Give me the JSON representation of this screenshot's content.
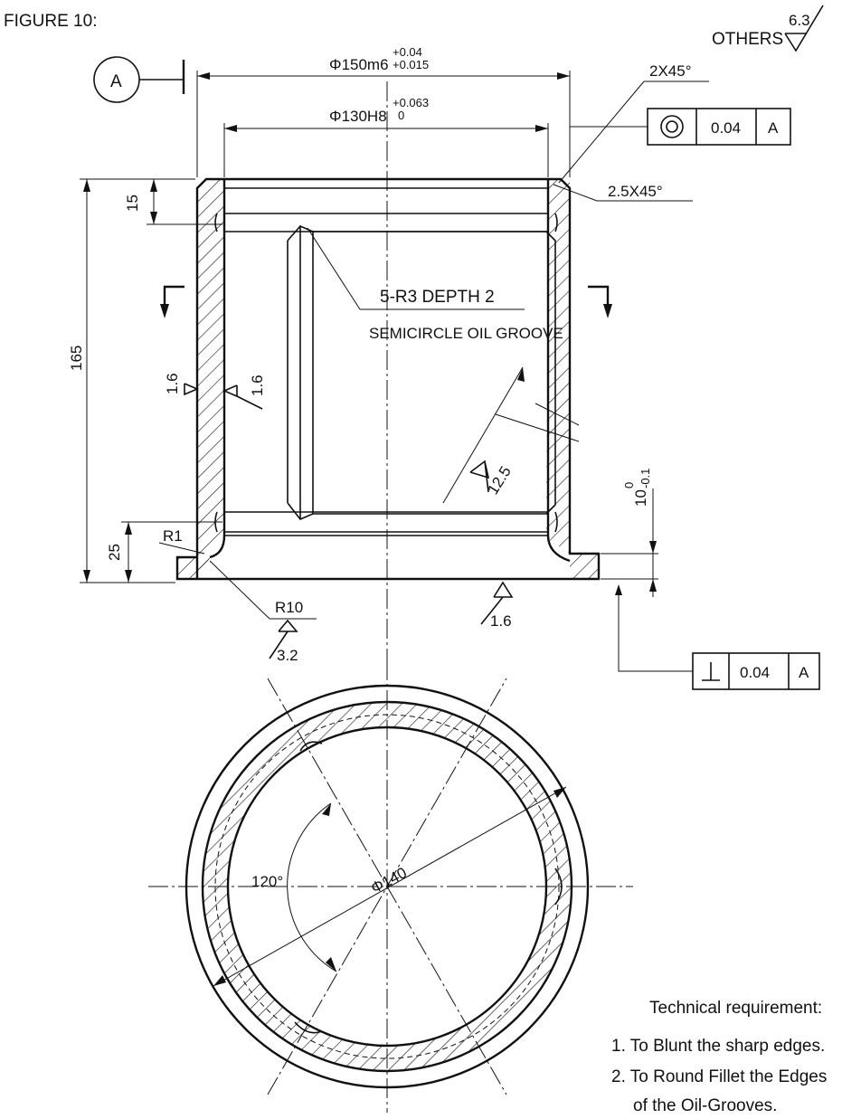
{
  "figure": {
    "title": "FIGURE 10:",
    "others_label": "OTHERS",
    "others_roughness": "6.3"
  },
  "datum": {
    "label": "A"
  },
  "dimensions": {
    "outer_diameter": "Φ150m6",
    "outer_tol_upper": "+0.04",
    "outer_tol_lower": "+0.015",
    "inner_diameter": "Φ130H8",
    "inner_tol_upper": "+0.063",
    "inner_tol_lower": "0",
    "chamfer_outer": "2X45°",
    "chamfer_inner": "2.5X45°",
    "height_total": "165",
    "height_top": "15",
    "height_bottom": "25",
    "radius_r1": "R1",
    "radius_r10": "R10",
    "flange": "10",
    "flange_tol_upper": "0",
    "flange_tol_lower": "-0.1",
    "groove_diameter": "Φ140",
    "angle": "120°"
  },
  "notes": {
    "groove_spec": "5-R3 DEPTH 2",
    "groove_name": "SEMICIRCLE OIL GROOVE"
  },
  "roughness": {
    "outer_side": "1.6",
    "inner_side": "1.6",
    "bottom": "1.6",
    "fillet": "3.2",
    "bore": "12.5"
  },
  "tolerance_frames": [
    {
      "symbol": "◎",
      "value": "0.04",
      "datum": "A"
    },
    {
      "symbol": "⊥",
      "value": "0.04",
      "datum": "A"
    }
  ],
  "technical_requirements": {
    "title": "Technical requirement:",
    "items": [
      "1. To Blunt the sharp edges.",
      "2. To Round Fillet the Edges",
      "of the Oil-Grooves."
    ]
  }
}
